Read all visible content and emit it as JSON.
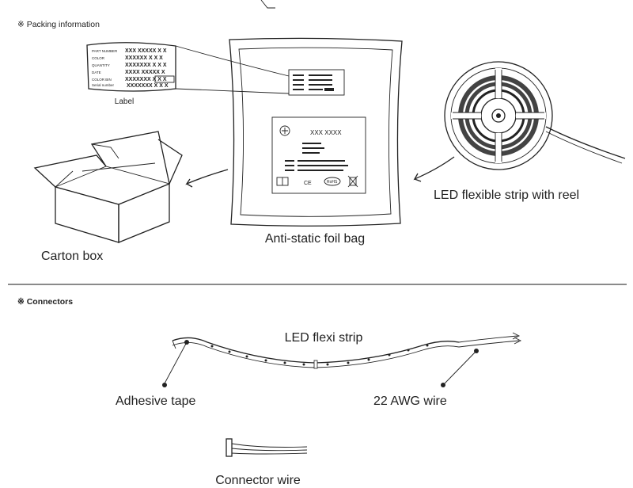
{
  "sections": {
    "packing_title": "※ Packing information",
    "connectors_title": "※ Connectors"
  },
  "packing": {
    "label_caption": "Label",
    "carton_box": "Carton box",
    "foil_bag": "Anti-static foil bag",
    "strip_reel": "LED flexible strip with reel"
  },
  "connectors": {
    "flexi_strip": "LED flexi strip",
    "adhesive_tape": "Adhesive tape",
    "awg_wire": "22 AWG wire",
    "connector_wire": "Connector wire"
  },
  "label_card": {
    "rows": [
      "PART NUMBER",
      "COLOR",
      "QUANTITY",
      "DATE",
      "COLOR BIN",
      "Serial number"
    ],
    "values": [
      "XXX XXXXX X X",
      "XXXXXX X X X",
      "XXXXXXX X X X",
      "XXXX XXXXX X",
      "XXXXXXX X X X",
      "XXXXXXX X X X"
    ]
  },
  "bag_print": {
    "code": "XXX XXXX",
    "marks": [
      "CE",
      "RoHS"
    ]
  }
}
